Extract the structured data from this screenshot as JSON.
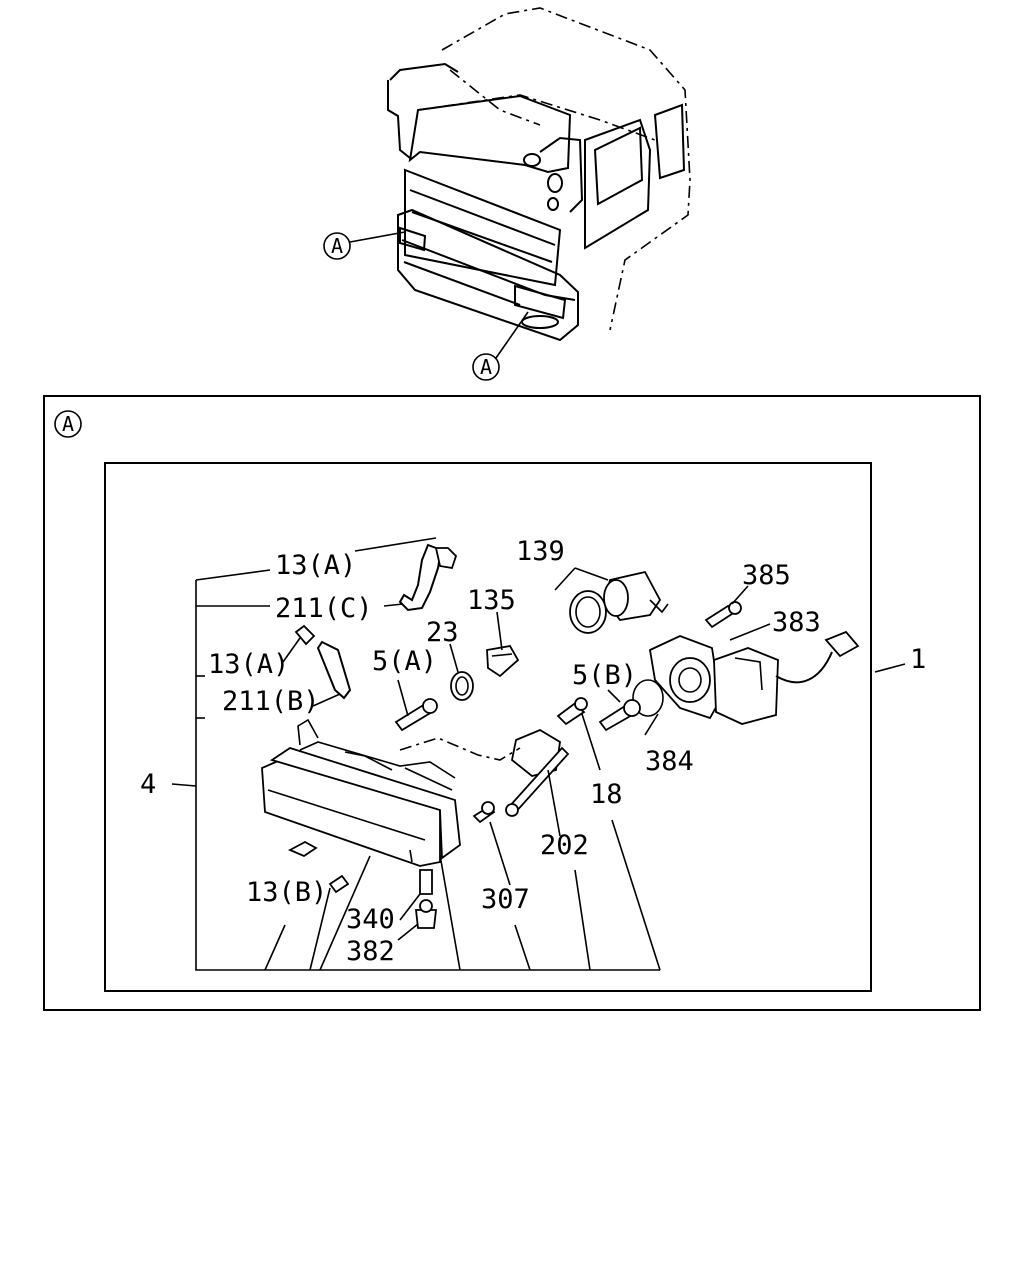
{
  "views": {
    "detail_marker": "A",
    "cab_callouts": [
      "A",
      "A"
    ]
  },
  "parts": {
    "p13a_top": "13(A)",
    "p211c": "211(C)",
    "p13a_left": "13(A)",
    "p211b": "211(B)",
    "p4": "4",
    "p13b": "13(B)",
    "p340": "340",
    "p382": "382",
    "p5a": "5(A)",
    "p23": "23",
    "p135": "135",
    "p139": "139",
    "p385": "385",
    "p383": "383",
    "p1": "1",
    "p5b": "5(B)",
    "p384": "384",
    "p18": "18",
    "p202": "202",
    "p307": "307"
  }
}
